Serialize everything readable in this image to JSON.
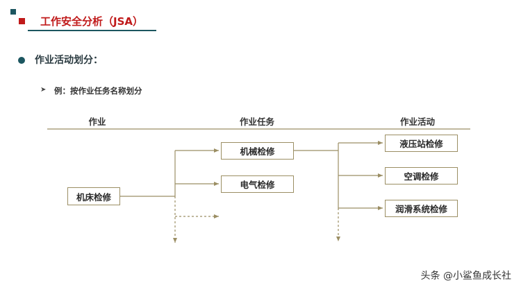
{
  "header": {
    "title": "工作安全分析（JSA）"
  },
  "section": {
    "bullet": "作业活动划分："
  },
  "example": {
    "text": "例：按作业任务名称划分"
  },
  "columns": {
    "job": "作业",
    "task": "作业任务",
    "activity": "作业活动"
  },
  "diagram": {
    "job_box": "机床检修",
    "tasks": [
      "机械检修",
      "电气检修"
    ],
    "activities": [
      "液压站检修",
      "空调检修",
      "润滑系统检修"
    ]
  },
  "watermark": "头条 @小鲨鱼成长社",
  "colors": {
    "title_red": "#c01a1a",
    "accent_teal": "#1c5660",
    "line": "#9b8e63"
  }
}
